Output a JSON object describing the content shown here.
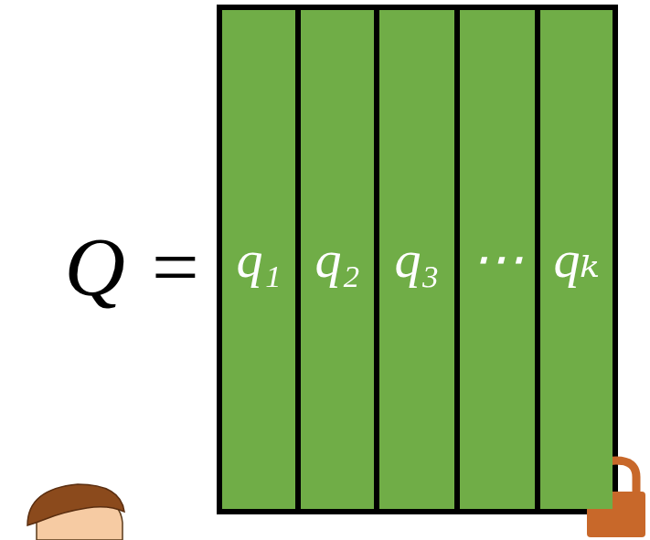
{
  "diagram": {
    "nodes": [
      {
        "text": [
          "q₁"
        ]
      },
      {
        "text": [
          "q₂"
        ]
      },
      {
        "text": [
          "q₃"
        ]
      },
      {
        "text": [
          "⋯"
        ]
      },
      {
        "text": [
          "qₖ"
        ]
      }
    ],
    "labels": [
      "Q ="
    ]
  }
}
